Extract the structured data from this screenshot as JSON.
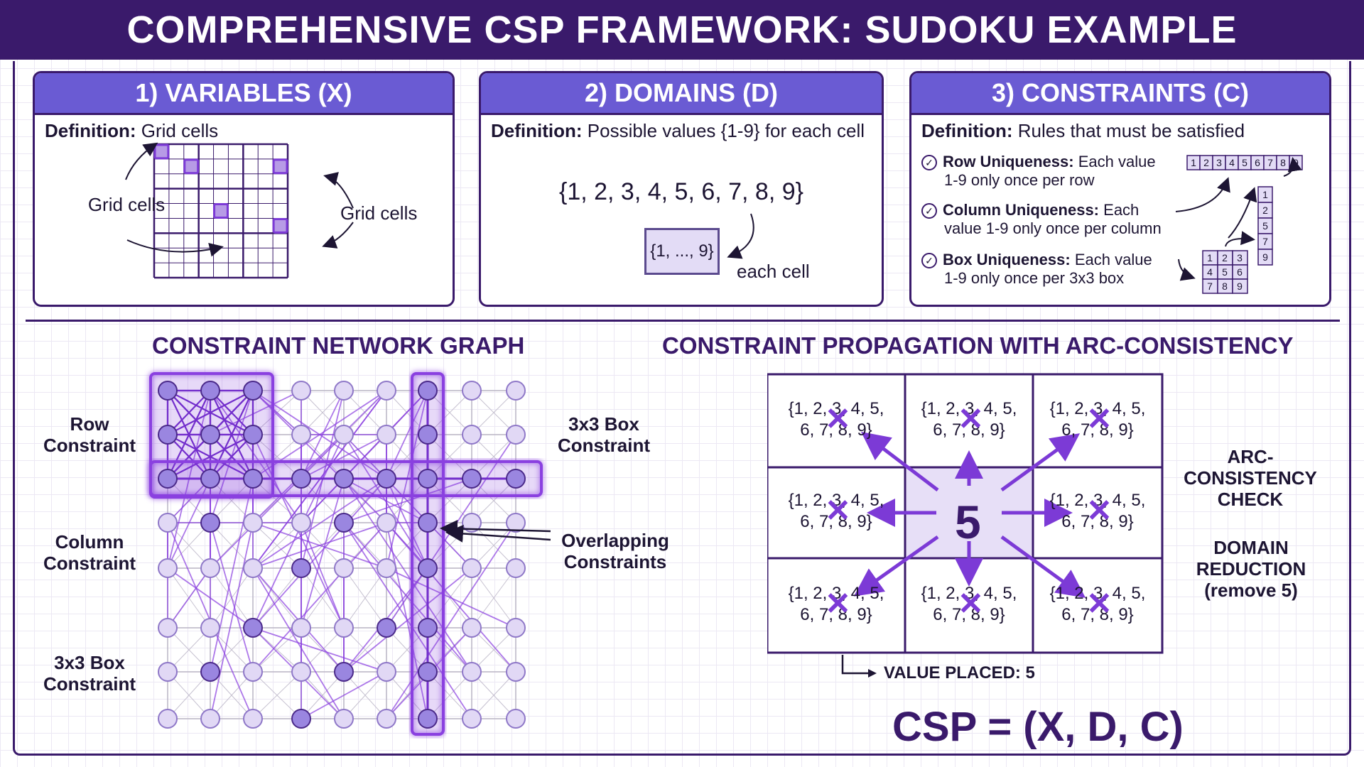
{
  "title": "COMPREHENSIVE CSP FRAMEWORK: SUDOKU EXAMPLE",
  "colors": {
    "dark_purple": "#3a1a6b",
    "header_purple": "#6a5bd3",
    "accent": "#7c3ad6",
    "light": "#e3dcf6"
  },
  "panels": {
    "variables": {
      "heading": "1) VARIABLES (X)",
      "def_label": "Definition:",
      "def_text": "Grid cells",
      "left_label": "Grid cells",
      "right_label": "Grid cells"
    },
    "domains": {
      "heading": "2) DOMAINS (D)",
      "def_label": "Definition:",
      "def_text": "Possible values {1-9} for each cell",
      "set_text": "{1, 2, 3, 4, 5, 6, 7, 8, 9}",
      "box_text": "{1, ..., 9}",
      "box_label": "each cell"
    },
    "constraints": {
      "heading": "3) CONSTRAINTS (C)",
      "def_label": "Definition:",
      "def_text": "Rules that must be satisfied",
      "rules": [
        {
          "bold": "Row Uniqueness:",
          "text_a": "Each value",
          "text_b": "1-9 only once per row"
        },
        {
          "bold": "Column Uniqueness:",
          "text_a": "Each",
          "text_b": "value 1-9 only once per column"
        },
        {
          "bold": "Box Uniqueness:",
          "text_a": "Each value",
          "text_b": "1-9 only once per 3x3 box"
        }
      ],
      "row_digits": [
        "1",
        "2",
        "3",
        "4",
        "5",
        "6",
        "7",
        "8",
        "9"
      ],
      "col_digits": [
        "1",
        "2",
        "5",
        "7",
        "9"
      ],
      "box_digits": [
        "1",
        "2",
        "3",
        "4",
        "5",
        "6",
        "7",
        "8",
        "9"
      ]
    }
  },
  "network": {
    "title": "CONSTRAINT NETWORK GRAPH",
    "labels": {
      "row": "Row Constraint",
      "column": "Column Constraint",
      "box_left": "3x3 Box Constraint",
      "box_right": "3x3 Box Constraint",
      "overlap": "Overlapping Constraints"
    }
  },
  "propagation": {
    "title": "CONSTRAINT PROPAGATION WITH ARC-CONSISTENCY",
    "cell_line1": "{1, 2, 3, 4, 5,",
    "cell_line2": "6, 7, 8, 9}",
    "center_value": "5",
    "check_label": "ARC-CONSISTENCY CHECK",
    "reduction_label": "DOMAIN REDUCTION (remove 5)",
    "placed_label": "VALUE PLACED: 5"
  },
  "equation": "CSP = (X, D, C)"
}
